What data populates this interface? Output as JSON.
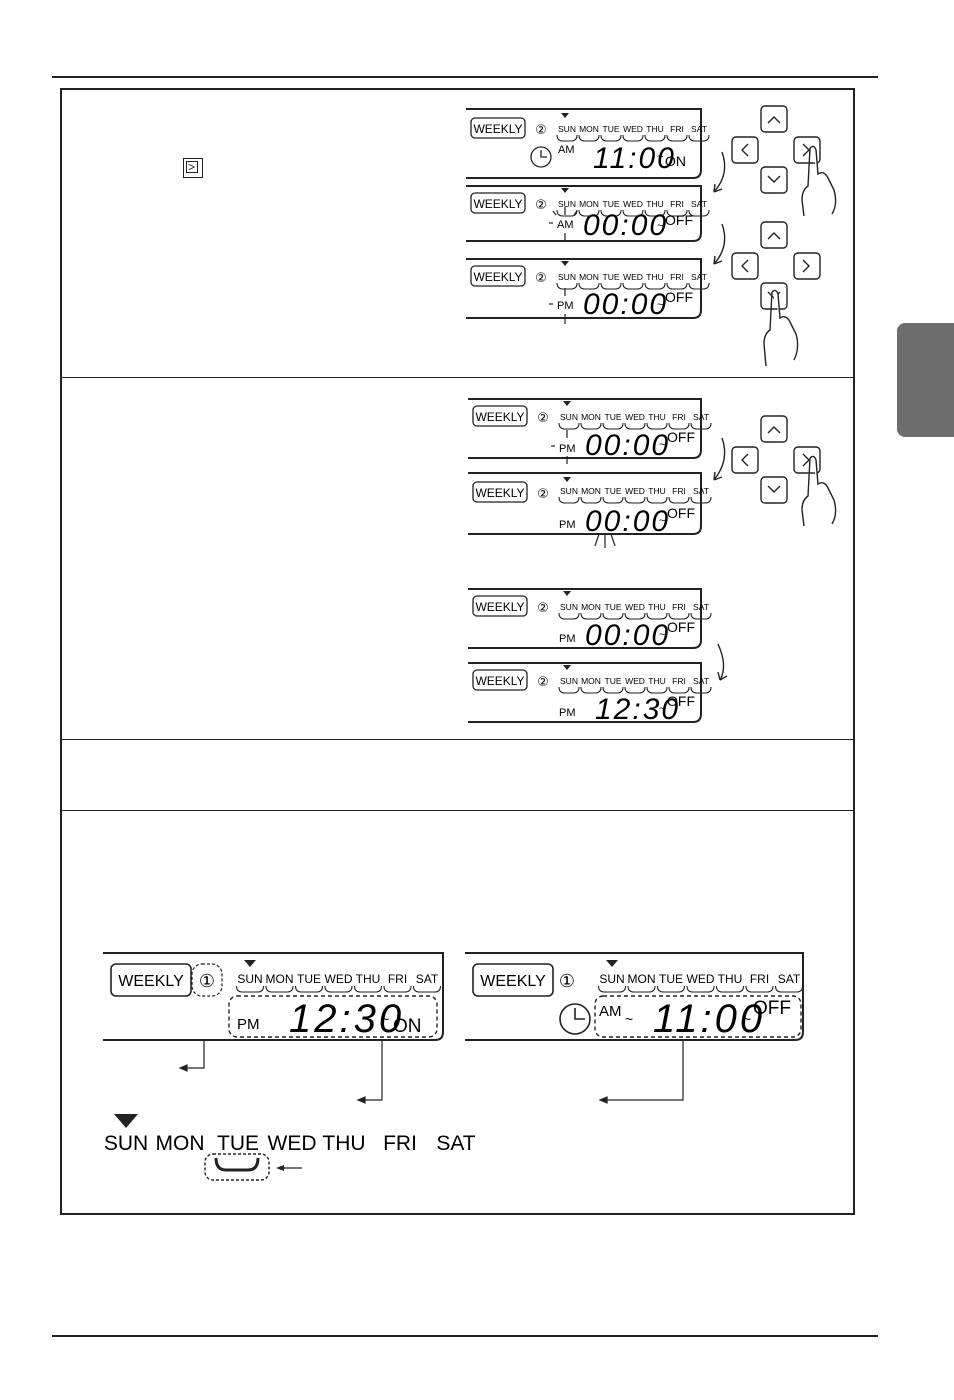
{
  "lcd": {
    "weekly_label": "WEEKLY",
    "days": [
      "SUN",
      "MON",
      "TUE",
      "WED",
      "THU",
      "FRI",
      "SAT"
    ],
    "schedule_two": "②",
    "schedule_one": "①",
    "tilde": "~"
  },
  "step1": {
    "screen_a": {
      "period": "AM",
      "time": "11:00",
      "state": "ON"
    },
    "screen_b": {
      "period": "AM",
      "time": "00:00",
      "state": "OFF"
    },
    "screen_c": {
      "period": "PM",
      "time": "00:00",
      "state": "OFF"
    }
  },
  "step2": {
    "screen_a": {
      "period": "PM",
      "time": "00:00",
      "state": "OFF"
    },
    "screen_b": {
      "period": "PM",
      "time": "00:00",
      "state": "OFF"
    },
    "screen_c": {
      "period": "PM",
      "time": "00:00",
      "state": "OFF"
    },
    "screen_d": {
      "period": "PM",
      "time": "12:30",
      "state": "OFF"
    }
  },
  "example": {
    "left": {
      "period": "PM",
      "time": "12:30",
      "state": "ON"
    },
    "right": {
      "period": "AM",
      "time": "11:00",
      "state": "OFF"
    }
  },
  "day_legend": {
    "days": [
      "SUN",
      "MON",
      "TUE",
      "WED",
      "THU",
      "FRI",
      "SAT"
    ]
  },
  "icons": {
    "nav_buttons": [
      "chevron-up-icon",
      "chevron-left-icon",
      "chevron-right-icon",
      "chevron-down-icon"
    ],
    "pointer": "pressing-hand-icon",
    "inline": "right-arrow-button-icon"
  },
  "colors": {
    "ink": "#1a1a1a",
    "tab": "#6d6d6d"
  }
}
